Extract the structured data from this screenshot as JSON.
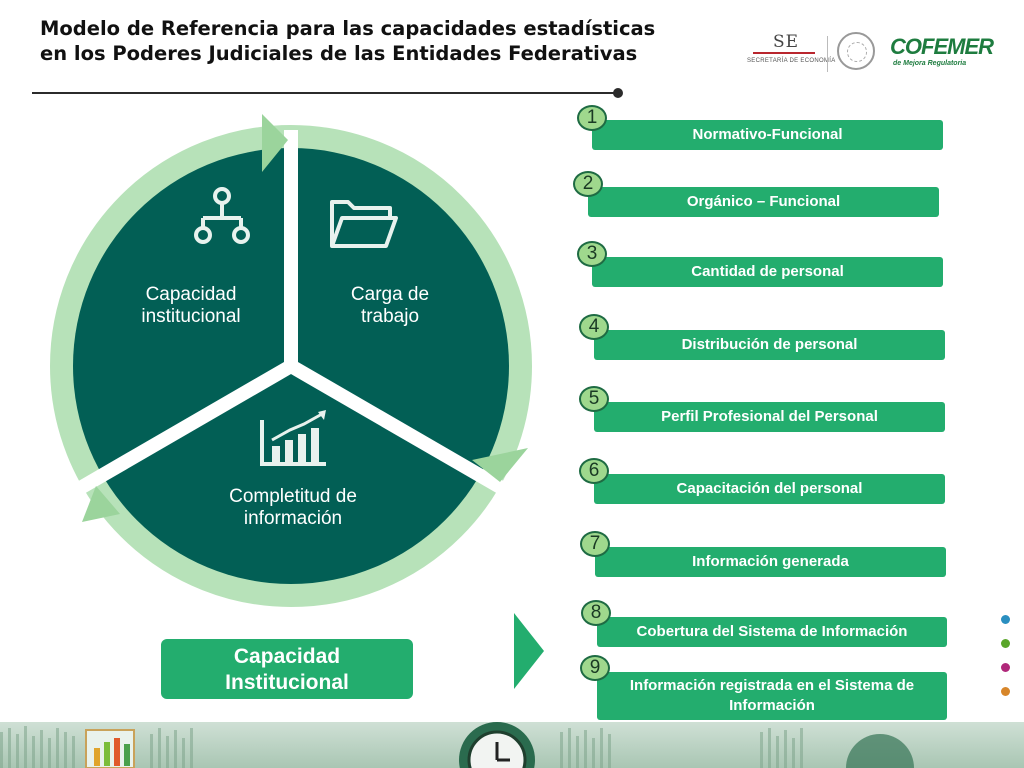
{
  "title": "Modelo de Referencia para las capacidades estadísticas  en los Poderes Judiciales de las Entidades Federativas",
  "logos": {
    "se": "SE",
    "se_sub": "SECRETARÍA DE ECONOMÍA",
    "cofemer": "COFEMER",
    "cofemer_sub": "de Mejora Regulatoria"
  },
  "cycle": {
    "segments": [
      {
        "label_line1": "Capacidad",
        "label_line2": "institucional",
        "icon": "org-chart-icon"
      },
      {
        "label_line1": "Carga de",
        "label_line2": "trabajo",
        "icon": "folder-icon"
      },
      {
        "label_line1": "Completitud de",
        "label_line2": "información",
        "icon": "bar-chart-icon"
      }
    ],
    "colors": {
      "dark": "#025f55",
      "ring": "#b7e2b9",
      "arrow": "#9bd49c"
    }
  },
  "highlight": {
    "line1": "Capacidad",
    "line2": "Institucional"
  },
  "items": [
    {
      "number": "1",
      "label": "Normativo-Funcional"
    },
    {
      "number": "2",
      "label": "Orgánico – Funcional"
    },
    {
      "number": "3",
      "label": "Cantidad de personal"
    },
    {
      "number": "4",
      "label": "Distribución de personal"
    },
    {
      "number": "5",
      "label": "Perfil Profesional del Personal"
    },
    {
      "number": "6",
      "label": "Capacitación del personal"
    },
    {
      "number": "7",
      "label": "Información generada"
    },
    {
      "number": "8",
      "label": "Cobertura del Sistema de Información"
    },
    {
      "number": "9",
      "label": "Información registrada en el Sistema de Información"
    }
  ],
  "side_dots": [
    "#2a8fc0",
    "#5aa62a",
    "#b0287a",
    "#d7862a"
  ],
  "accent": "#23ad6e"
}
